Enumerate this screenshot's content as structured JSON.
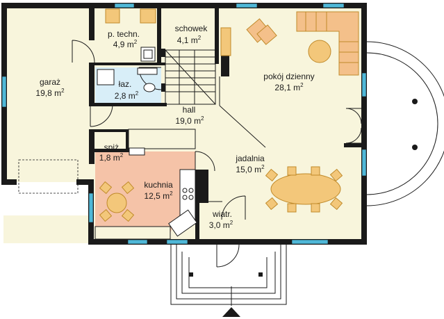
{
  "colors": {
    "floor": "#f8f5dc",
    "kitchen": "#f5c3a8",
    "bathroom": "#d8eef8",
    "furniture": "#f3c77a",
    "furniture_stroke": "#c08a2a",
    "sofa": "#f4c08a",
    "window": "#4fb8d8",
    "wall": "#1a1a1a"
  },
  "rooms": [
    {
      "id": "garage",
      "name": "garaż",
      "area_num": "19,8 m",
      "sup": "2"
    },
    {
      "id": "tech",
      "name": "p. techn.",
      "area_num": "4,9 m",
      "sup": "2"
    },
    {
      "id": "storage",
      "name": "schowek",
      "area_num": "4,1 m",
      "sup": "2"
    },
    {
      "id": "bath",
      "name": "łaz.",
      "area_num": "2,8 m",
      "sup": "2"
    },
    {
      "id": "hall",
      "name": "hall",
      "area_num": "19,0 m",
      "sup": "2"
    },
    {
      "id": "living",
      "name": "pokój dzienny",
      "area_num": "28,1 m",
      "sup": "2"
    },
    {
      "id": "pantry",
      "name": "spiż.",
      "area_num": "1,8 m",
      "sup": "2"
    },
    {
      "id": "kitchen",
      "name": "kuchnia",
      "area_num": "12,5 m",
      "sup": "2"
    },
    {
      "id": "dining",
      "name": "jadalnia",
      "area_num": "15,0 m",
      "sup": "2"
    },
    {
      "id": "vestibule",
      "name": "wiatr.",
      "area_num": "3,0 m",
      "sup": "2"
    }
  ]
}
